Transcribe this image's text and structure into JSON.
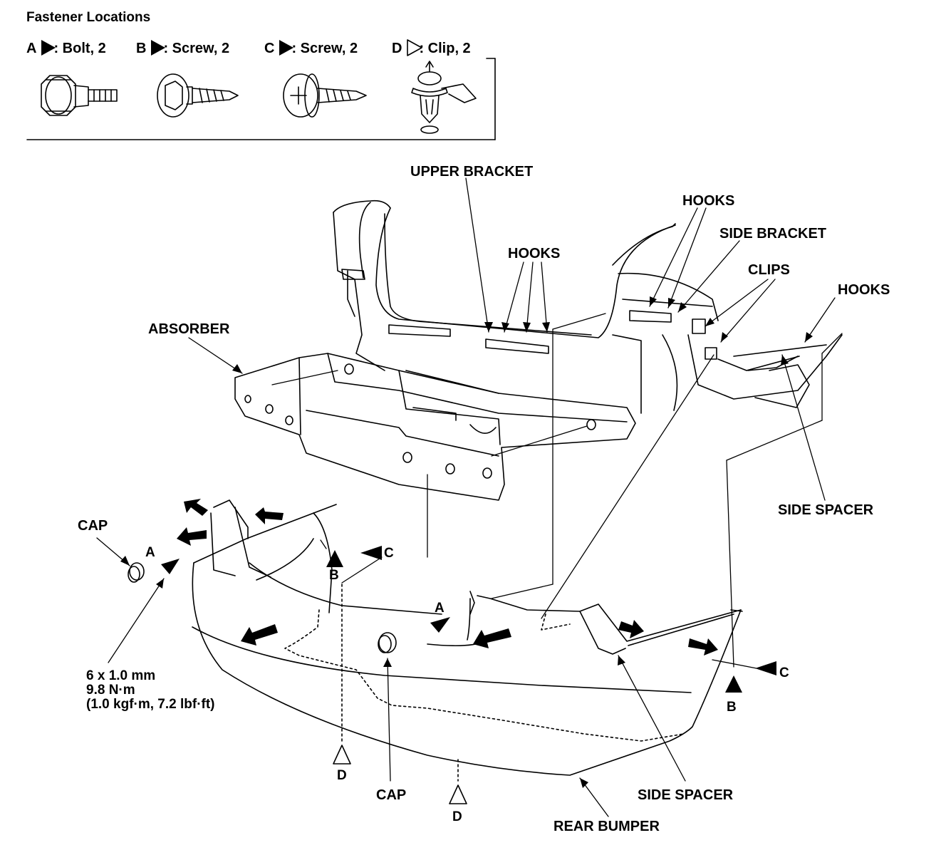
{
  "title": "Fastener Locations",
  "legend": [
    {
      "letter": "A",
      "text": ": Bolt, 2",
      "marker": "filled-triangle"
    },
    {
      "letter": "B",
      "text": ": Screw, 2",
      "marker": "filled-triangle"
    },
    {
      "letter": "C",
      "text": ": Screw, 2",
      "marker": "filled-triangle"
    },
    {
      "letter": "D",
      "text": ": Clip, 2",
      "marker": "outline-triangle"
    }
  ],
  "legend_icons": [
    "bolt-icon",
    "screw-icon",
    "screw-icon",
    "clip-icon"
  ],
  "callouts": {
    "upper_bracket": "UPPER BRACKET",
    "hooks_top_right": "HOOKS",
    "side_bracket": "SIDE BRACKET",
    "hooks_center": "HOOKS",
    "clips": "CLIPS",
    "hooks_far_right": "HOOKS",
    "absorber": "ABSORBER",
    "side_spacer_right": "SIDE SPACER",
    "cap_left": "CAP",
    "cap_center": "CAP",
    "side_spacer_bottom": "SIDE SPACER",
    "rear_bumper": "REAR BUMPER"
  },
  "fastener_markers": {
    "a_left": "A",
    "a_center": "A",
    "b_left": "B",
    "b_right": "B",
    "c_left": "C",
    "c_right": "C",
    "d_left": "D",
    "d_center": "D"
  },
  "torque_spec": {
    "size": "6 x 1.0 mm",
    "torque_nm": "9.8 N·m",
    "torque_alt": "(1.0 kgf·m, 7.2 lbf·ft)"
  }
}
